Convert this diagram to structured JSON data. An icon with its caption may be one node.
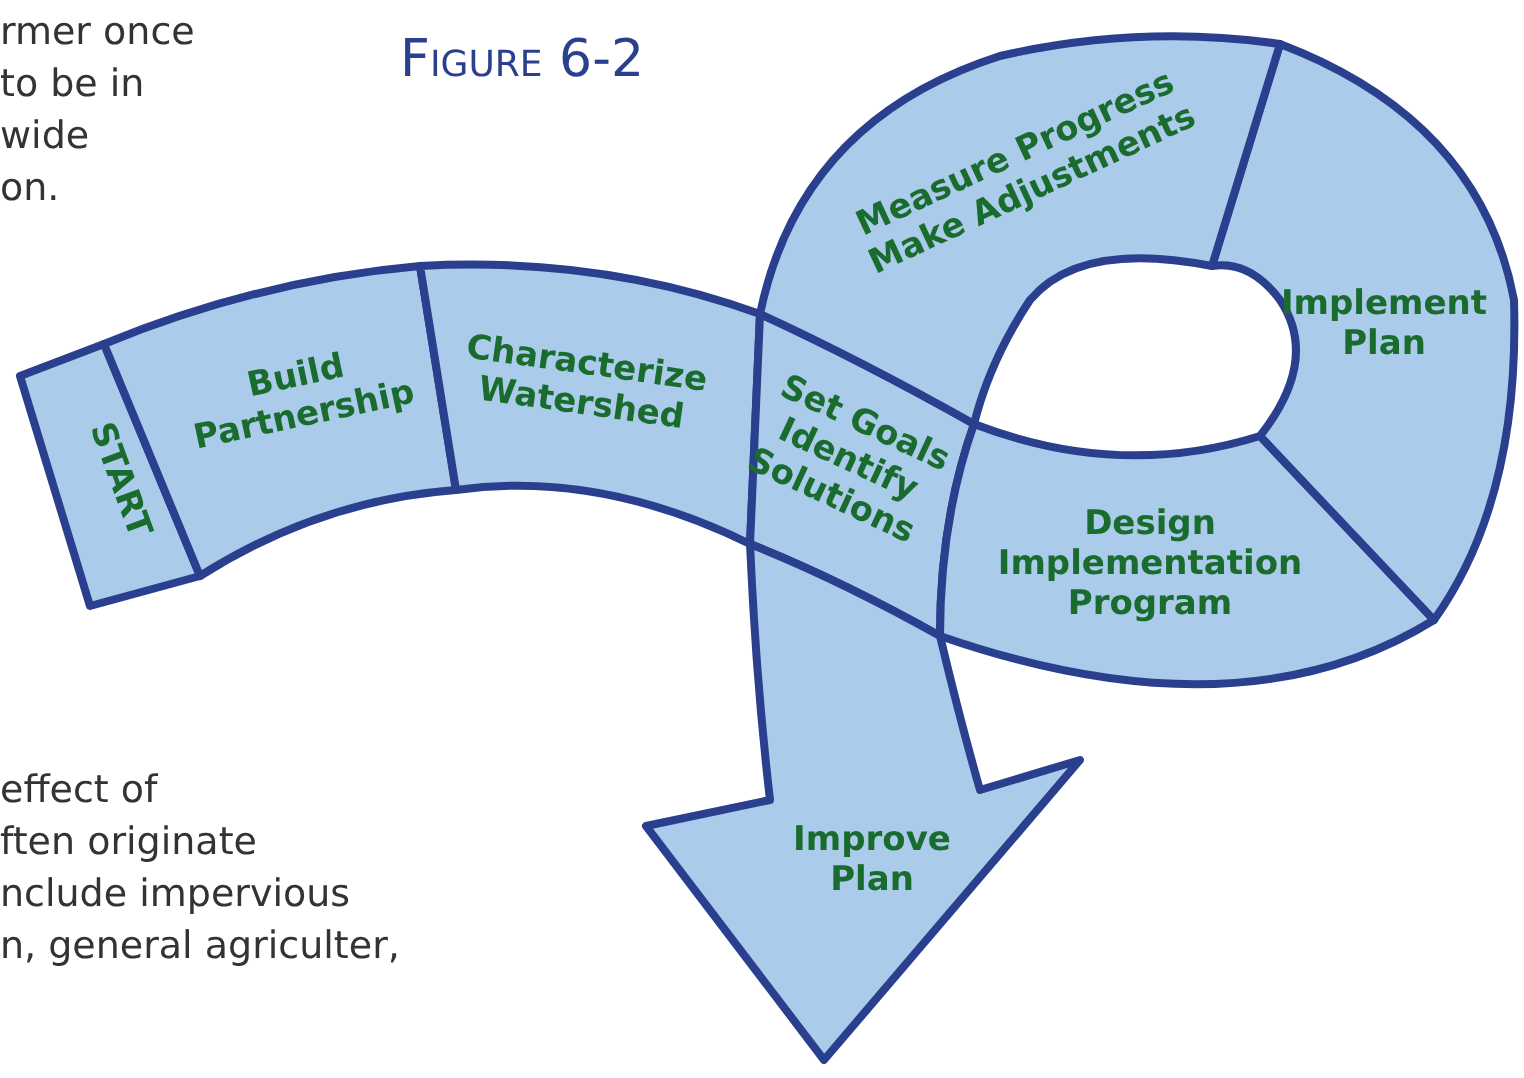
{
  "diagram": {
    "title": "Figure 6-2",
    "nodes": [
      {
        "text": [
          "START"
        ]
      },
      {
        "text": [
          "Build Partnership"
        ]
      },
      {
        "text": [
          "Characterize Watershed"
        ]
      },
      {
        "text": [
          "Set Goals Identify Solutions"
        ]
      },
      {
        "text": [
          "Design Implementation Program"
        ]
      },
      {
        "text": [
          "Implement Plan"
        ]
      },
      {
        "text": [
          "Measure Progress Make Adjustments"
        ]
      },
      {
        "text": [
          "Improve Plan"
        ]
      }
    ],
    "labels": [
      "rmer once",
      "to be in",
      "wide",
      "on.",
      "effect of",
      "ften originate",
      "nclude impervious",
      "n, general agriculter,"
    ]
  }
}
